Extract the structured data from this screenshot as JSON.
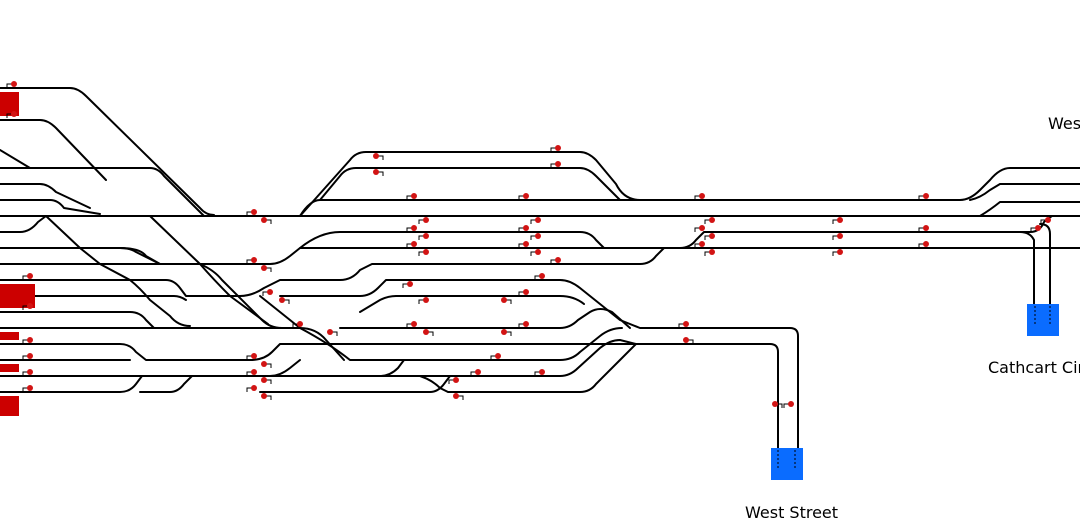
{
  "labels": {
    "west_street": "West Street",
    "cathcart_circle": "Cathcart Cir",
    "west_top_right": "Wes"
  },
  "colors": {
    "track": "#000000",
    "signal_red": "#d21414",
    "platform_red": "#cc0000",
    "station_blue": "#0a6cff",
    "background": "#ffffff"
  },
  "icons": {
    "signal": "signal-icon",
    "station": "station-block-icon",
    "buffer": "buffer-stop-icon"
  }
}
